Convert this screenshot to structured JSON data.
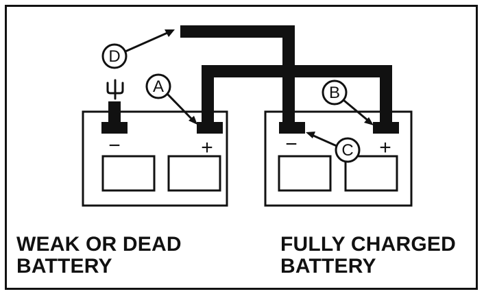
{
  "diagram": {
    "callouts": {
      "a": "A",
      "b": "B",
      "c": "C",
      "d": "D"
    },
    "signs": {
      "weak_negative": "−",
      "weak_positive": "+",
      "full_negative": "−",
      "full_positive": "+"
    },
    "captions": {
      "weak_line1": "WEAK OR DEAD",
      "weak_line2": "BATTERY",
      "full_line1": "FULLY CHARGED",
      "full_line2": "BATTERY"
    },
    "colors": {
      "ink": "#111111",
      "background": "#ffffff"
    }
  }
}
